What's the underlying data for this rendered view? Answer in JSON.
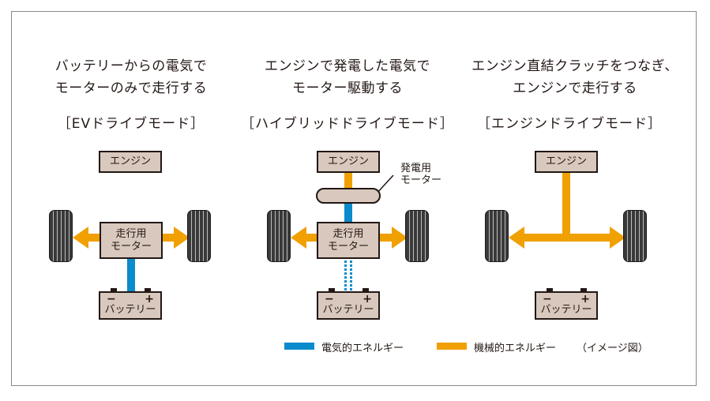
{
  "panels": [
    {
      "title_line1": "バッテリーからの電気で",
      "title_line2": "モーターのみで走行する",
      "mode": "［EVドライブモード］",
      "engine": "エンジン",
      "motor_line1": "走行用",
      "motor_line2": "モーター",
      "battery_minus": "−",
      "battery_plus": "+",
      "battery": "バッテリー"
    },
    {
      "title_line1": "エンジンで発電した電気で",
      "title_line2": "モーター駆動する",
      "mode": "［ハイブリッドドライブモード］",
      "engine": "エンジン",
      "gen_label_line1": "発電用",
      "gen_label_line2": "モーター",
      "motor_line1": "走行用",
      "motor_line2": "モーター",
      "battery_minus": "−",
      "battery_plus": "+",
      "battery": "バッテリー"
    },
    {
      "title_line1": "エンジン直結クラッチをつなぎ、",
      "title_line2": "エンジンで走行する",
      "mode": "［エンジンドライブモード］",
      "engine": "エンジン",
      "battery_minus": "−",
      "battery_plus": "+",
      "battery": "バッテリー"
    }
  ],
  "legend": {
    "electric": "電気的エネルギー",
    "mechanical": "機械的エネルギー",
    "note": "（イメージ図）"
  },
  "colors": {
    "electric": "#0a8bcc",
    "mechanical": "#f0a000",
    "box_fill": "#d8c8bd",
    "outline": "#231815"
  }
}
